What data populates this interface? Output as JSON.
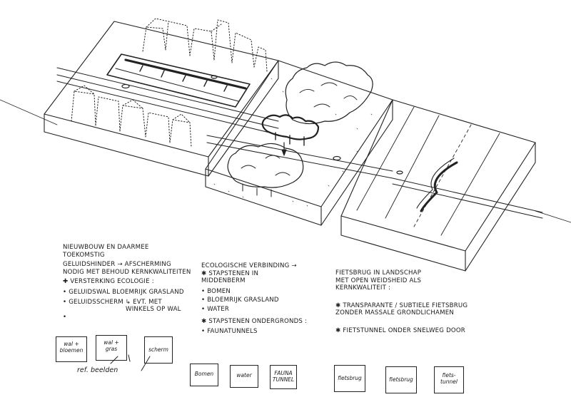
{
  "notes": {
    "col1": [
      "NIEUWBOUW EN DAARMEE",
      "TOEKOMSTIG",
      "GELUIDSHINDER → AFSCHERMING",
      "NODIG MET BEHOUD KERNKWALITEITEN",
      "✚ VERSTERKING ECOLOGIE :",
      "• GELUIDSWAL BLOEMRIJK GRASLAND",
      "• GELUIDSSCHERM ↳ EVT. MET",
      "WINKELS OP WAL",
      "•"
    ],
    "col2": [
      "ECOLOGISCHE VERBINDING →",
      "✱ STAPSTENEN IN",
      "MIDDENBERM",
      "• BOMEN",
      "• BLOEMRIJK GRASLAND",
      "• WATER",
      "✱ STAPSTENEN ONDERGRONDS :",
      "• FAUNATUNNELS"
    ],
    "col3": [
      "FIETSBRUG IN LANDSCHAP",
      "MET OPEN WEIDSHEID ALS",
      "KERNKWALITEIT :",
      "✱ TRANSPARANTE / SUBTIELE FIETSBRUG",
      "ZONDER MASSALE GRONDLICHAMEN",
      "✱ FIETSTUNNEL ONDER SNELWEG DOOR"
    ]
  },
  "boxes": {
    "b1": "wal + bloemen",
    "b2": "wal + gras",
    "b3": "scherm",
    "b4": "Bomen",
    "b5": "water",
    "b6": "FAUNA TUNNEL",
    "b7": "fietsbrug",
    "b8": "fietsbrug",
    "b9": "fiets- tunnel"
  },
  "ref_label": "ref. beelden"
}
